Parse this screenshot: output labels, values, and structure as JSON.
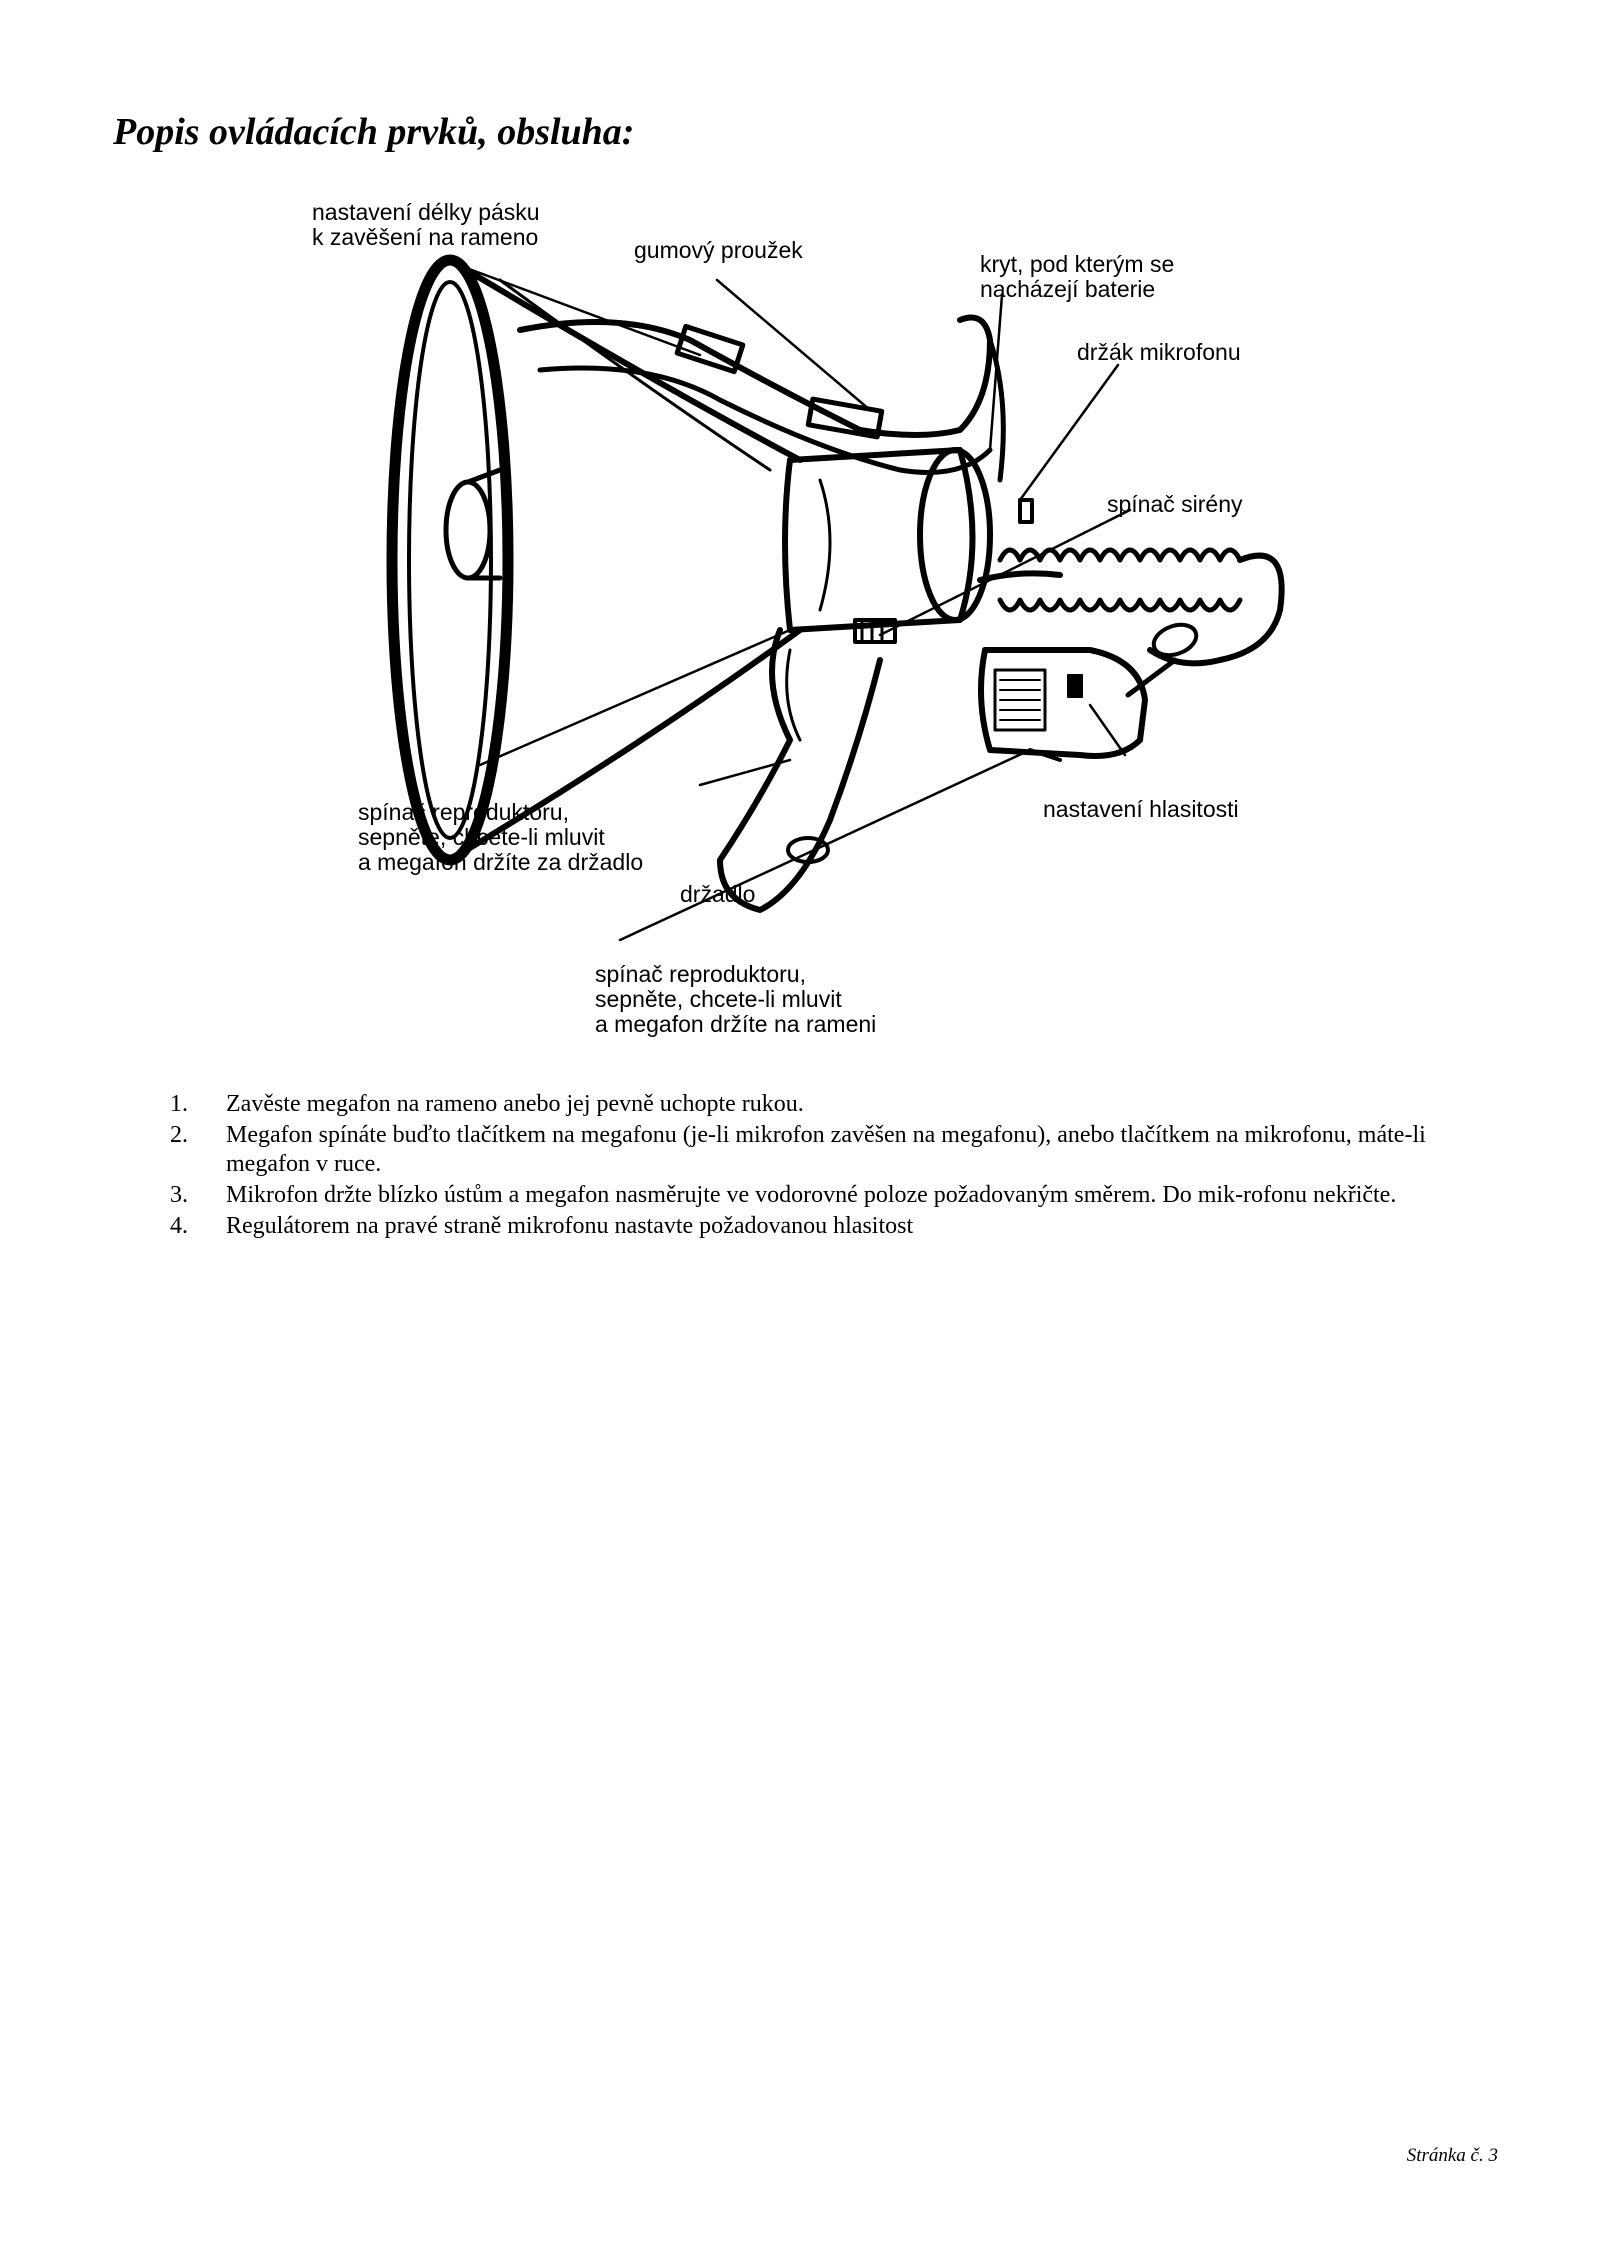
{
  "page": {
    "title": "Popis ovládacích prvků, obsluha:",
    "footer": "Stránka č. 3"
  },
  "figure": {
    "labels": {
      "strap_adjust": [
        "nastavení délky pásku",
        "k zavěšení na rameno"
      ],
      "rubber_band": [
        "gumový proužek"
      ],
      "battery_cover": [
        "kryt, pod kterým se",
        "nacházejí baterie"
      ],
      "mic_holder": [
        "držák mikrofonu"
      ],
      "siren_switch": [
        "spínač sirény"
      ],
      "speaker_switch_handle": [
        "spínač reproduktoru,",
        "sepněte, chcete-li mluvit",
        "a megafon držíte za držadlo"
      ],
      "handle": [
        "držadlo"
      ],
      "volume": [
        "nastavení hlasitosti"
      ],
      "speaker_switch_shoulder": [
        "spínač reproduktoru,",
        "sepněte, chcete-li mluvit",
        "a megafon držíte na rameni"
      ]
    }
  },
  "steps": [
    {
      "num": "1.",
      "text": "Zavěste megafon  na rameno anebo jej pevně uchopte rukou."
    },
    {
      "num": "2.",
      "text": "Megafon spínáte buďto tlačítkem na megafonu (je-li mikrofon zavěšen na megafonu), anebo tlačítkem na mikrofonu, máte-li megafon v ruce."
    },
    {
      "num": "3.",
      "text": "Mikrofon držte blízko ústům a megafon nasměrujte ve vodorovné poloze požadovaným směrem. Do mik-rofonu nekřičte."
    },
    {
      "num": "4.",
      "text": "Regulátorem na pravé straně mikrofonu nastavte požadovanou hlasitost"
    }
  ]
}
